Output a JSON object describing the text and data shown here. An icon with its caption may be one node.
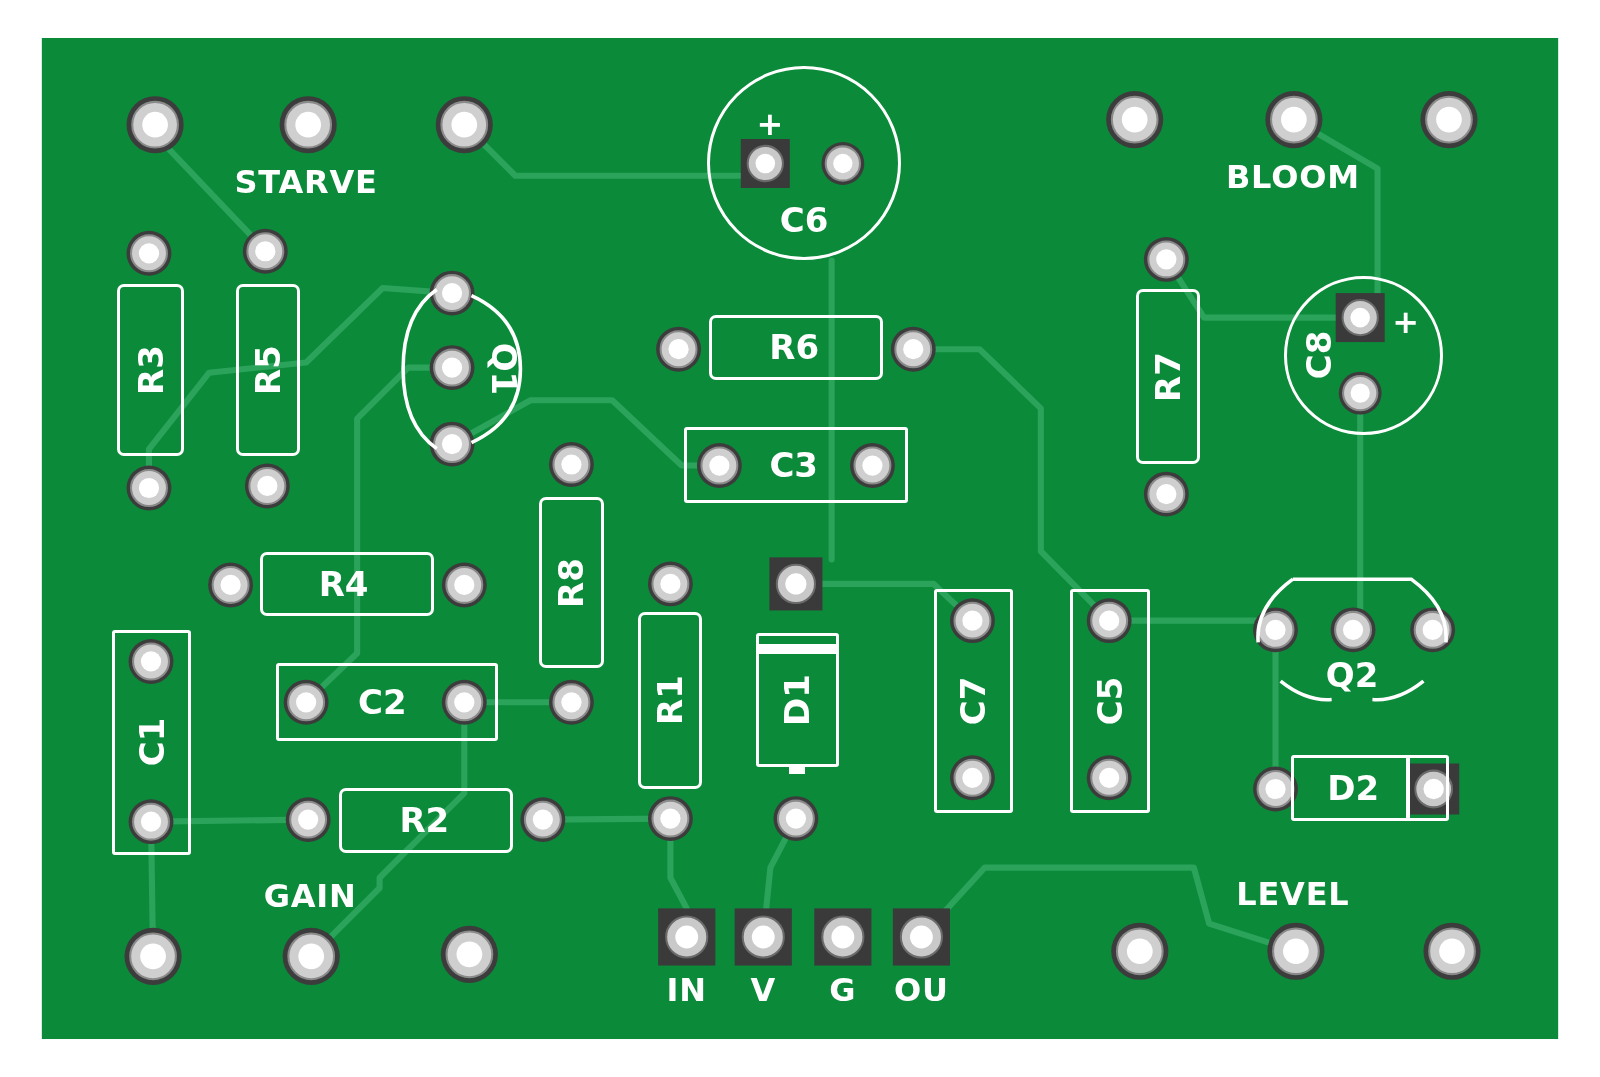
{
  "diagram": {
    "nodes": [
      {
        "text": [
          "C6"
        ]
      },
      {
        "text": [
          "R3"
        ]
      },
      {
        "text": [
          "R5"
        ]
      },
      {
        "text": [
          "Q1"
        ]
      },
      {
        "text": [
          "R6"
        ]
      },
      {
        "text": [
          "R7"
        ]
      },
      {
        "text": [
          "C8"
        ]
      },
      {
        "text": [
          "C3"
        ]
      },
      {
        "text": [
          "R8"
        ]
      },
      {
        "text": [
          "R4"
        ]
      },
      {
        "text": [
          "C1"
        ]
      },
      {
        "text": [
          "C2"
        ]
      },
      {
        "text": [
          "R1"
        ]
      },
      {
        "text": [
          "D1"
        ]
      },
      {
        "text": [
          "C7"
        ]
      },
      {
        "text": [
          "C5"
        ]
      },
      {
        "text": [
          "Q2"
        ]
      },
      {
        "text": [
          "R2"
        ]
      },
      {
        "text": [
          "D2"
        ]
      }
    ],
    "labels": [
      "+",
      "STARVE",
      "BLOOM",
      "+",
      "GAIN",
      "LEVEL",
      "IN",
      "V",
      "G",
      "OU"
    ]
  }
}
